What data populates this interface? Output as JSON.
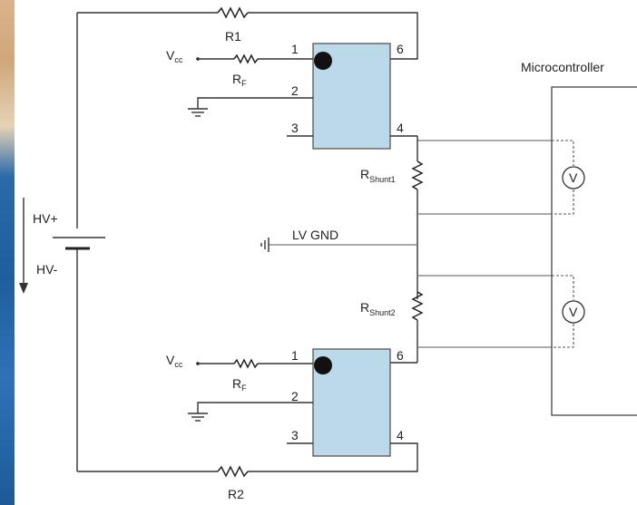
{
  "colors": {
    "chip_fill": "#bcd9ea",
    "wire": "#333333",
    "background": "#ffffff"
  },
  "labels": {
    "r1": "R1",
    "r2": "R2",
    "rf_main": "R",
    "rf_sub": "F",
    "vcc_main": "V",
    "vcc_sub": "cc",
    "hv_plus": "HV+",
    "hv_minus": "HV-",
    "lv_gnd": "LV GND",
    "rshunt_main": "R",
    "rshunt1_sub": "Shunt1",
    "rshunt2_sub": "Shunt2",
    "microcontroller": "Microcontroller",
    "voltmeter": "V"
  },
  "chip_top": {
    "pins": [
      "1",
      "2",
      "3",
      "6",
      "4"
    ]
  },
  "chip_bottom": {
    "pins": [
      "1",
      "2",
      "3",
      "6",
      "4"
    ]
  },
  "icons": [
    "pin1-dot-icon",
    "ground-icon",
    "battery-icon",
    "arrow-down-icon",
    "resistor-icon",
    "voltmeter-icon"
  ]
}
